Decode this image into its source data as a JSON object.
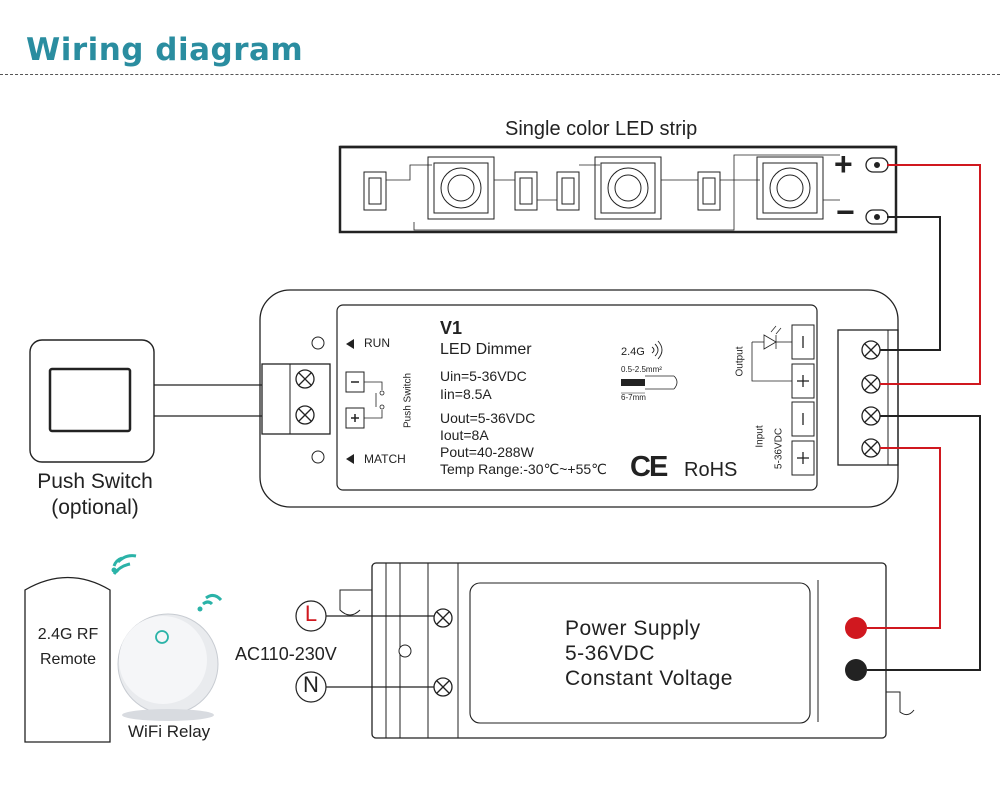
{
  "title": "Wiring diagram",
  "led_strip": {
    "label": "Single color LED strip",
    "plus": "+",
    "minus": "−"
  },
  "push_switch": {
    "label": "Push Switch",
    "optional": "(optional)"
  },
  "remote": {
    "line1": "2.4G RF",
    "line2": "Remote"
  },
  "relay": {
    "label": "WiFi Relay"
  },
  "mains": {
    "voltage": "AC110-230V",
    "live": "L",
    "neutral": "N"
  },
  "power_supply": {
    "line1": "Power Supply",
    "line2": "5-36VDC",
    "line3": "Constant Voltage"
  },
  "dimmer": {
    "model": "V1",
    "name": "LED Dimmer",
    "run": "RUN",
    "match": "MATCH",
    "push_label": "Push Switch",
    "specs": [
      "Uin=5-36VDC",
      "Iin=8.5A",
      "Uout=5-36VDC",
      "Iout=8A",
      "Pout=40-288W",
      "Temp Range:-30℃~+55℃"
    ],
    "rf": "2.4G",
    "wire_gauge": "0.5-2.5mm²",
    "strip_length": "6-7mm",
    "output_label": "Output",
    "input_label": "Input",
    "input_voltage": "5-36VDC",
    "ce": "CE",
    "rohs": "RoHS"
  },
  "colors": {
    "title": "#2a8da0",
    "positive_wire": "#d0181f",
    "negative_wire": "#222222",
    "wifi": "#2bb3a8"
  },
  "icons": [
    "wifi-icon",
    "screw-terminal-icon",
    "led-diode-icon",
    "push-button-icon"
  ]
}
